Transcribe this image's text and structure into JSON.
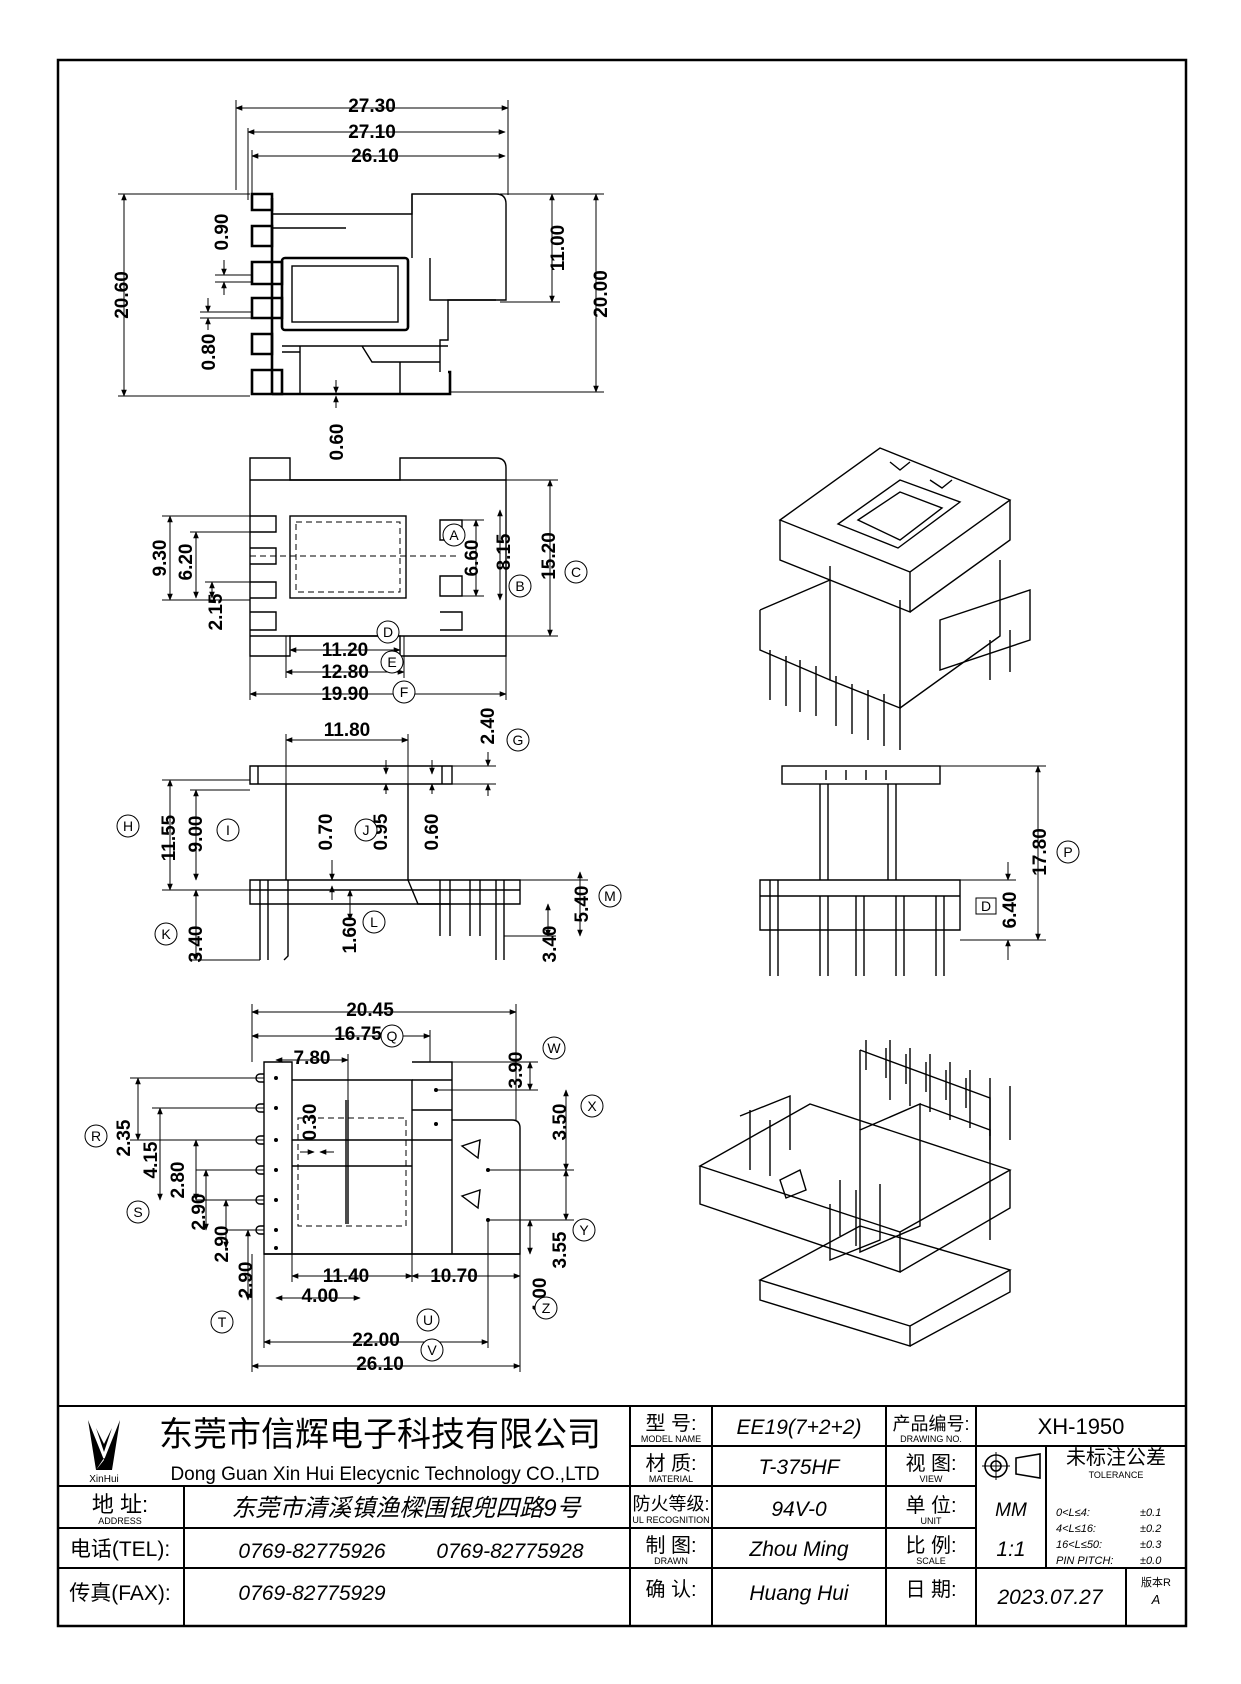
{
  "dimensions": {
    "top_view": [
      "27.30",
      "27.10",
      "26.10",
      "20.60",
      "20.00",
      "11.00",
      "0.90",
      "0.80",
      "0.60"
    ],
    "bottom_view": [
      "9.30",
      "6.20",
      "2.15",
      "6.60",
      "8.15",
      "15.20",
      "11.20",
      "12.80",
      "19.90"
    ],
    "side_view": [
      "11.80",
      "2.40",
      "11.55",
      "9.00",
      "0.70",
      "0.95",
      "0.60",
      "3.40",
      "1.60",
      "3.40",
      "5.40"
    ],
    "end_view": [
      "17.80",
      "6.40"
    ],
    "pcb_view": [
      "20.45",
      "16.75",
      "7.80",
      "0.30",
      "2.35",
      "4.15",
      "2.80",
      "2.90",
      "2.90",
      "2.90",
      "4.00",
      "11.40",
      "10.70",
      "22.00",
      "26.10",
      "3.90",
      "3.50",
      "3.55",
      "4.00"
    ]
  },
  "letters": {
    "bottom_view": [
      "A",
      "B",
      "C",
      "D",
      "E",
      "F"
    ],
    "side_view": [
      "G",
      "H",
      "I",
      "J",
      "K",
      "L",
      "M"
    ],
    "end_view": [
      "P",
      "D"
    ],
    "pcb_view": [
      "Q",
      "R",
      "S",
      "T",
      "U",
      "V",
      "W",
      "X",
      "Y",
      "Z"
    ]
  },
  "title_block": {
    "company_cn": "东莞市信辉电子科技有限公司",
    "company_en": "Dong Guan Xin Hui Elecycnic Technology CO.,LTD",
    "logo_text": "XinHui",
    "address_label_cn": "地 址:",
    "address_label_en": "ADDRESS",
    "address_value": "东莞市清溪镇渔樑围银兜四路9号",
    "tel_label": "电话(TEL):",
    "tel_value_1": "0769-82775926",
    "tel_value_2": "0769-82775928",
    "fax_label": "传真(FAX):",
    "fax_value": "0769-82775929",
    "model_label_cn": "型 号:",
    "model_label_en": "MODEL NAME",
    "model_value": "EE19(7+2+2)",
    "material_label_cn": "材 质:",
    "material_label_en": "MATERIAL",
    "material_value": "T-375HF",
    "ul_label_cn": "防火等级:",
    "ul_label_en": "UL RECOGNITION",
    "ul_value": "94V-0",
    "drawn_label_cn": "制 图:",
    "drawn_label_en": "DRAWN",
    "drawn_value": "Zhou Ming",
    "checked_label_cn": "确 认:",
    "checked_value": "Huang Hui",
    "drawing_no_label_cn": "产品编号:",
    "drawing_no_label_en": "DRAWING NO.",
    "drawing_no_value": "XH-1950",
    "view_label_cn": "视 图:",
    "view_label_en": "VIEW",
    "tolerance_label_cn": "未标注公差",
    "tolerance_label_en": "TOLERANCE",
    "unit_label_cn": "单 位:",
    "unit_label_en": "UNIT",
    "unit_value": "MM",
    "scale_label_cn": "比 例:",
    "scale_label_en": "SCALE",
    "scale_value": "1:1",
    "date_label_cn": "日 期:",
    "date_value": "2023.07.27",
    "version_label": "版本R",
    "version_value": "A",
    "tolerances": [
      {
        "range": "0<L≤4:",
        "value": "±0.1"
      },
      {
        "range": "4<L≤16:",
        "value": "±0.2"
      },
      {
        "range": "16<L≤50:",
        "value": "±0.3"
      },
      {
        "range": "PIN PITCH:",
        "value": "±0.0"
      }
    ]
  }
}
